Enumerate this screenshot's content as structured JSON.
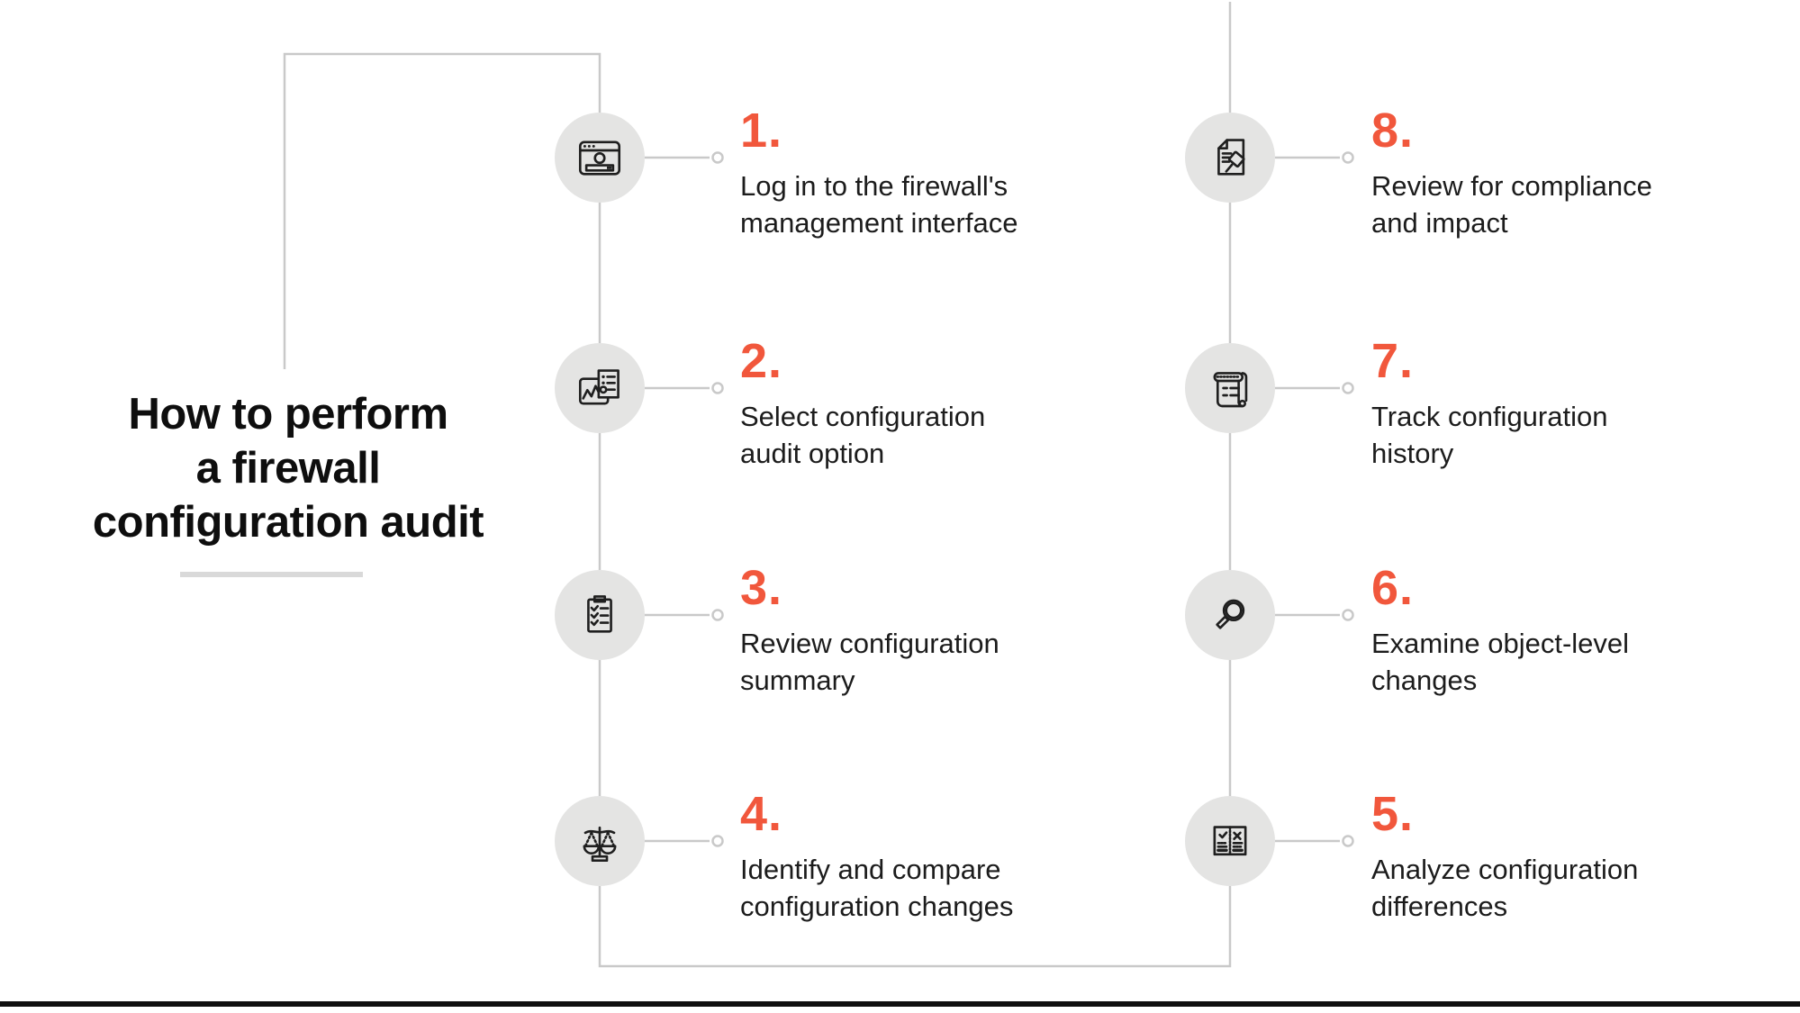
{
  "title": {
    "text": "How to perform\na firewall\nconfiguration audit"
  },
  "steps_left": [
    {
      "number": "1.",
      "label": "Log in to the firewall's\nmanagement interface",
      "icon": "login-window-icon"
    },
    {
      "number": "2.",
      "label": "Select configuration\naudit option",
      "icon": "config-option-icon"
    },
    {
      "number": "3.",
      "label": "Review configuration\nsummary",
      "icon": "checklist-icon"
    },
    {
      "number": "4.",
      "label": "Identify and compare\nconfiguration changes",
      "icon": "balance-scale-icon"
    }
  ],
  "steps_right": [
    {
      "number": "8.",
      "label": "Review for compliance\nand impact",
      "icon": "gavel-document-icon"
    },
    {
      "number": "7.",
      "label": "Track configuration\nhistory",
      "icon": "scroll-history-icon"
    },
    {
      "number": "6.",
      "label": "Examine object-level\nchanges",
      "icon": "magnifier-icon"
    },
    {
      "number": "5.",
      "label": "Analyze configuration\ndifferences",
      "icon": "compare-table-icon"
    }
  ],
  "colors": {
    "accent": "#f1573c",
    "text": "#1c1c1c",
    "connector_line": "#c9c9c9",
    "icon_circle_fill": "#e4e4e3",
    "title_underline": "#d9d9d9",
    "bottom_bar": "#101010"
  }
}
